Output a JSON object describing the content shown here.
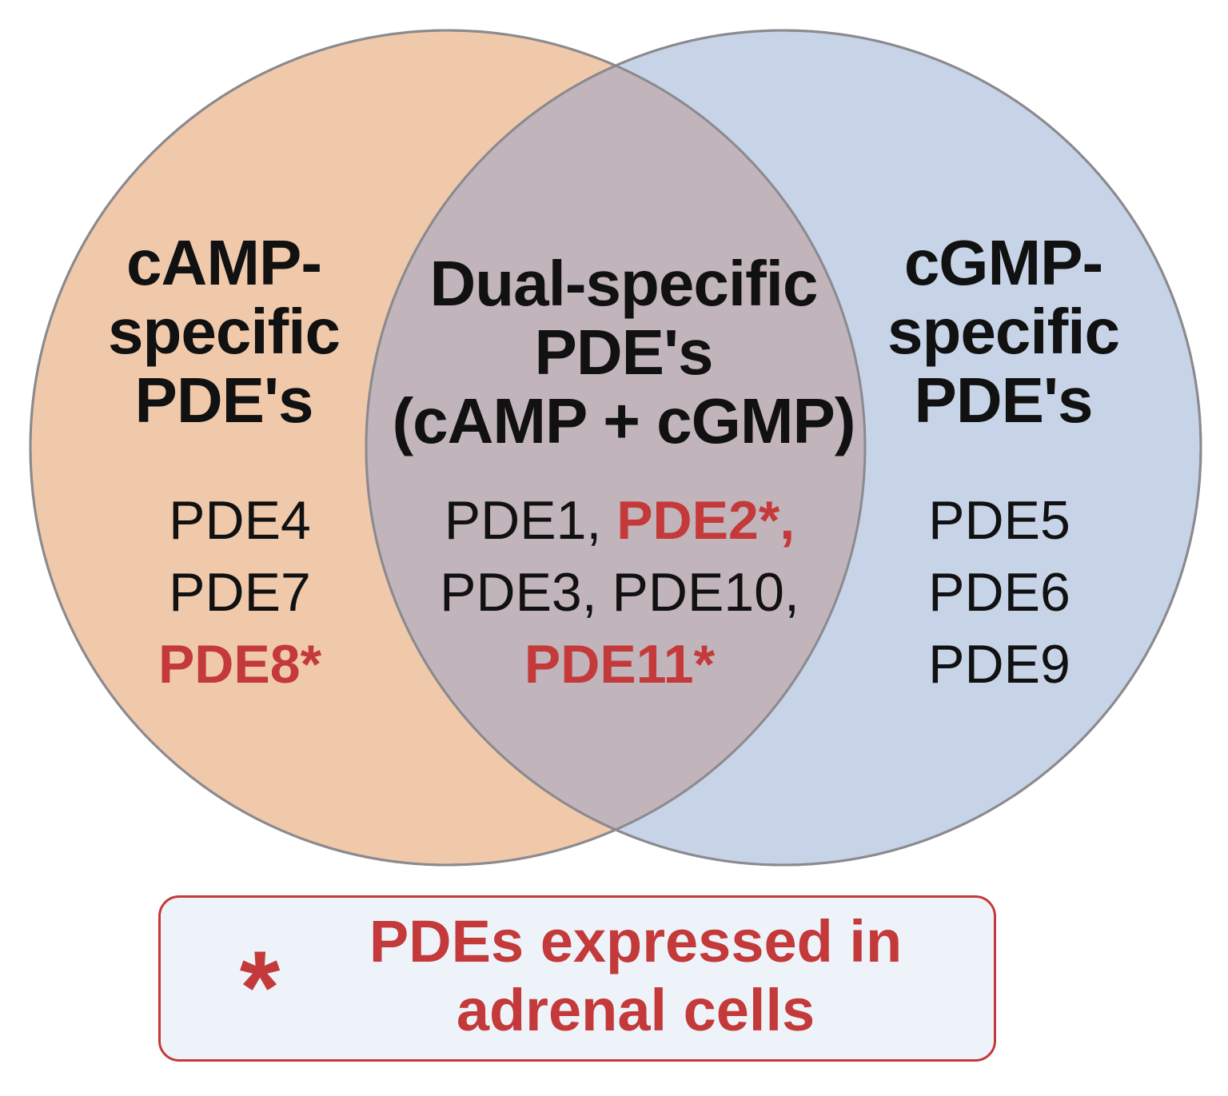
{
  "colors": {
    "camp_fill": "#f0c9ab",
    "cgmp_fill": "#c7d3e7",
    "overlap_fill": "#c1b4ba",
    "outline": "#8a8a8f",
    "highlight": "#c4393a",
    "text": "#111111",
    "legend_fill": "#eef3fa"
  },
  "camp": {
    "heading": [
      "cAMP-",
      "specific",
      "PDE's"
    ],
    "items": [
      {
        "text": "PDE4",
        "highlight": false
      },
      {
        "text": "PDE7",
        "highlight": false
      },
      {
        "text": "PDE8*",
        "highlight": true
      }
    ]
  },
  "dual": {
    "heading": [
      "Dual-specific",
      "PDE's",
      "(cAMP + cGMP)"
    ],
    "line1_a": "PDE1, ",
    "line1_b": "PDE2*,",
    "line2": "PDE3, PDE10,",
    "line3": "PDE11*"
  },
  "cgmp": {
    "heading": [
      "cGMP-",
      "specific",
      "PDE's"
    ],
    "items": [
      {
        "text": "PDE5",
        "highlight": false
      },
      {
        "text": "PDE6",
        "highlight": false
      },
      {
        "text": "PDE9",
        "highlight": false
      }
    ]
  },
  "legend": {
    "symbol": "*",
    "line1": "PDEs expressed in",
    "line2": "adrenal cells"
  }
}
